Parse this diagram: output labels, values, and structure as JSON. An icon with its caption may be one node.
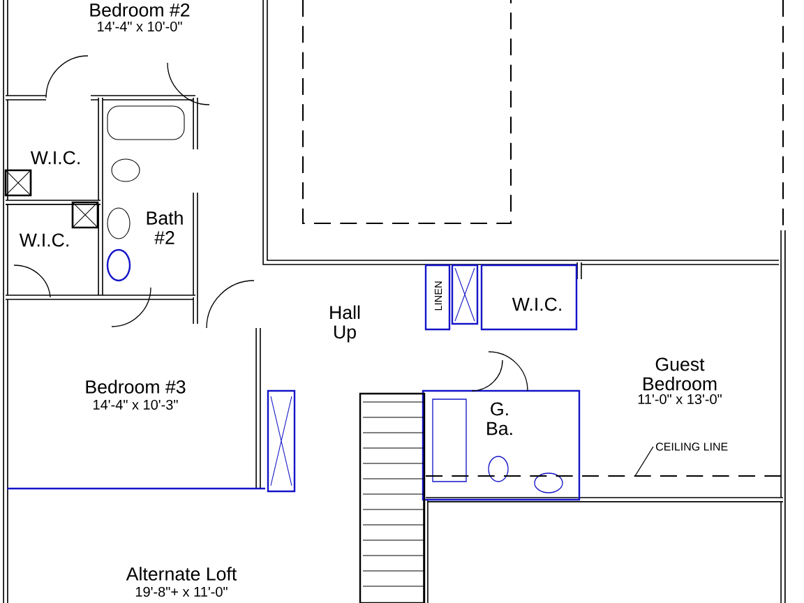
{
  "diagram": {
    "nodes": [
      {
        "text": [
          "CEILING LINE"
        ]
      },
      {
        "text": [],
        "shape": "line"
      }
    ],
    "edges": [
      {
        "from": 0,
        "to": 1,
        "arrow": "none"
      }
    ],
    "labels": [
      "Bedroom #2",
      "14'-4\" x 10'-0\"",
      "W.I.C.",
      "Bath #2",
      "W.I.C.",
      "Hall Up",
      "LINEN",
      "W.I.C.",
      "Guest Bedroom",
      "11'-0\" x 13'-0\"",
      "G. Ba.",
      "Bedroom #3",
      "14'-4\" x 10'-3\"",
      "Alternate Loft",
      "19'-8\"+ x 11'-0\""
    ]
  }
}
